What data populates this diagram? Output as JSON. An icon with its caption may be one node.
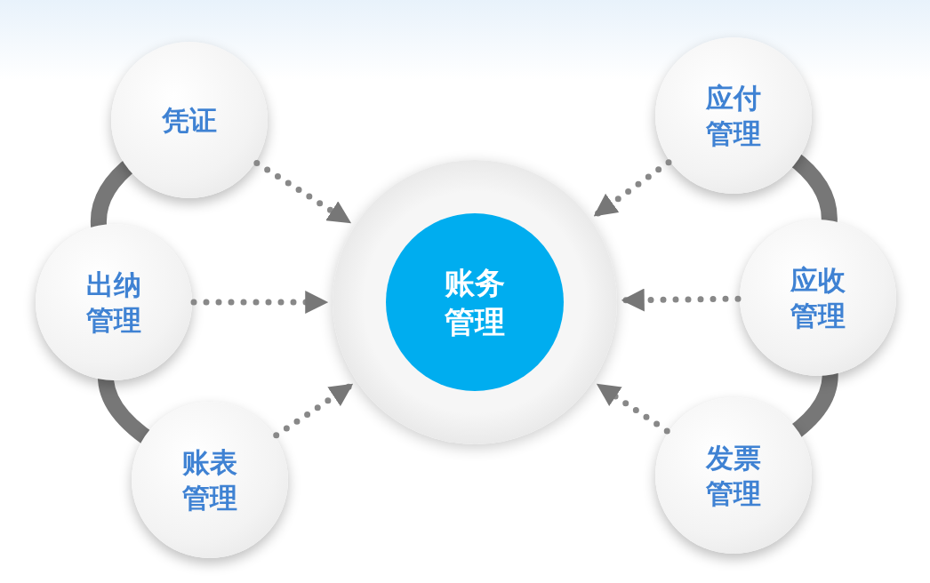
{
  "diagram": {
    "nodes": [
      {
        "text": [
          "账务管理"
        ]
      },
      {
        "text": [
          "凭证"
        ]
      },
      {
        "text": [
          "出纳管理"
        ]
      },
      {
        "text": [
          "账表管理"
        ]
      },
      {
        "text": [
          "应付管理"
        ]
      },
      {
        "text": [
          "应收管理"
        ]
      },
      {
        "text": [
          "发票管理"
        ]
      }
    ],
    "edges": [
      {
        "from": 1,
        "to": 0,
        "arrow": "to",
        "style": "dashed"
      },
      {
        "from": 2,
        "to": 0,
        "arrow": "to",
        "style": "dashed"
      },
      {
        "from": 3,
        "to": 0,
        "arrow": "to",
        "style": "dashed"
      },
      {
        "from": 4,
        "to": 0,
        "arrow": "to",
        "style": "dashed"
      },
      {
        "from": 5,
        "to": 0,
        "arrow": "to",
        "style": "dashed"
      },
      {
        "from": 6,
        "to": 0,
        "arrow": "to",
        "style": "dashed"
      },
      {
        "from": 1,
        "to": 2,
        "arrow": "none",
        "style": "thick"
      },
      {
        "from": 2,
        "to": 3,
        "arrow": "none",
        "style": "thick"
      },
      {
        "from": 4,
        "to": 5,
        "arrow": "none",
        "style": "thick"
      },
      {
        "from": 5,
        "to": 6,
        "arrow": "none",
        "style": "thick"
      }
    ]
  }
}
